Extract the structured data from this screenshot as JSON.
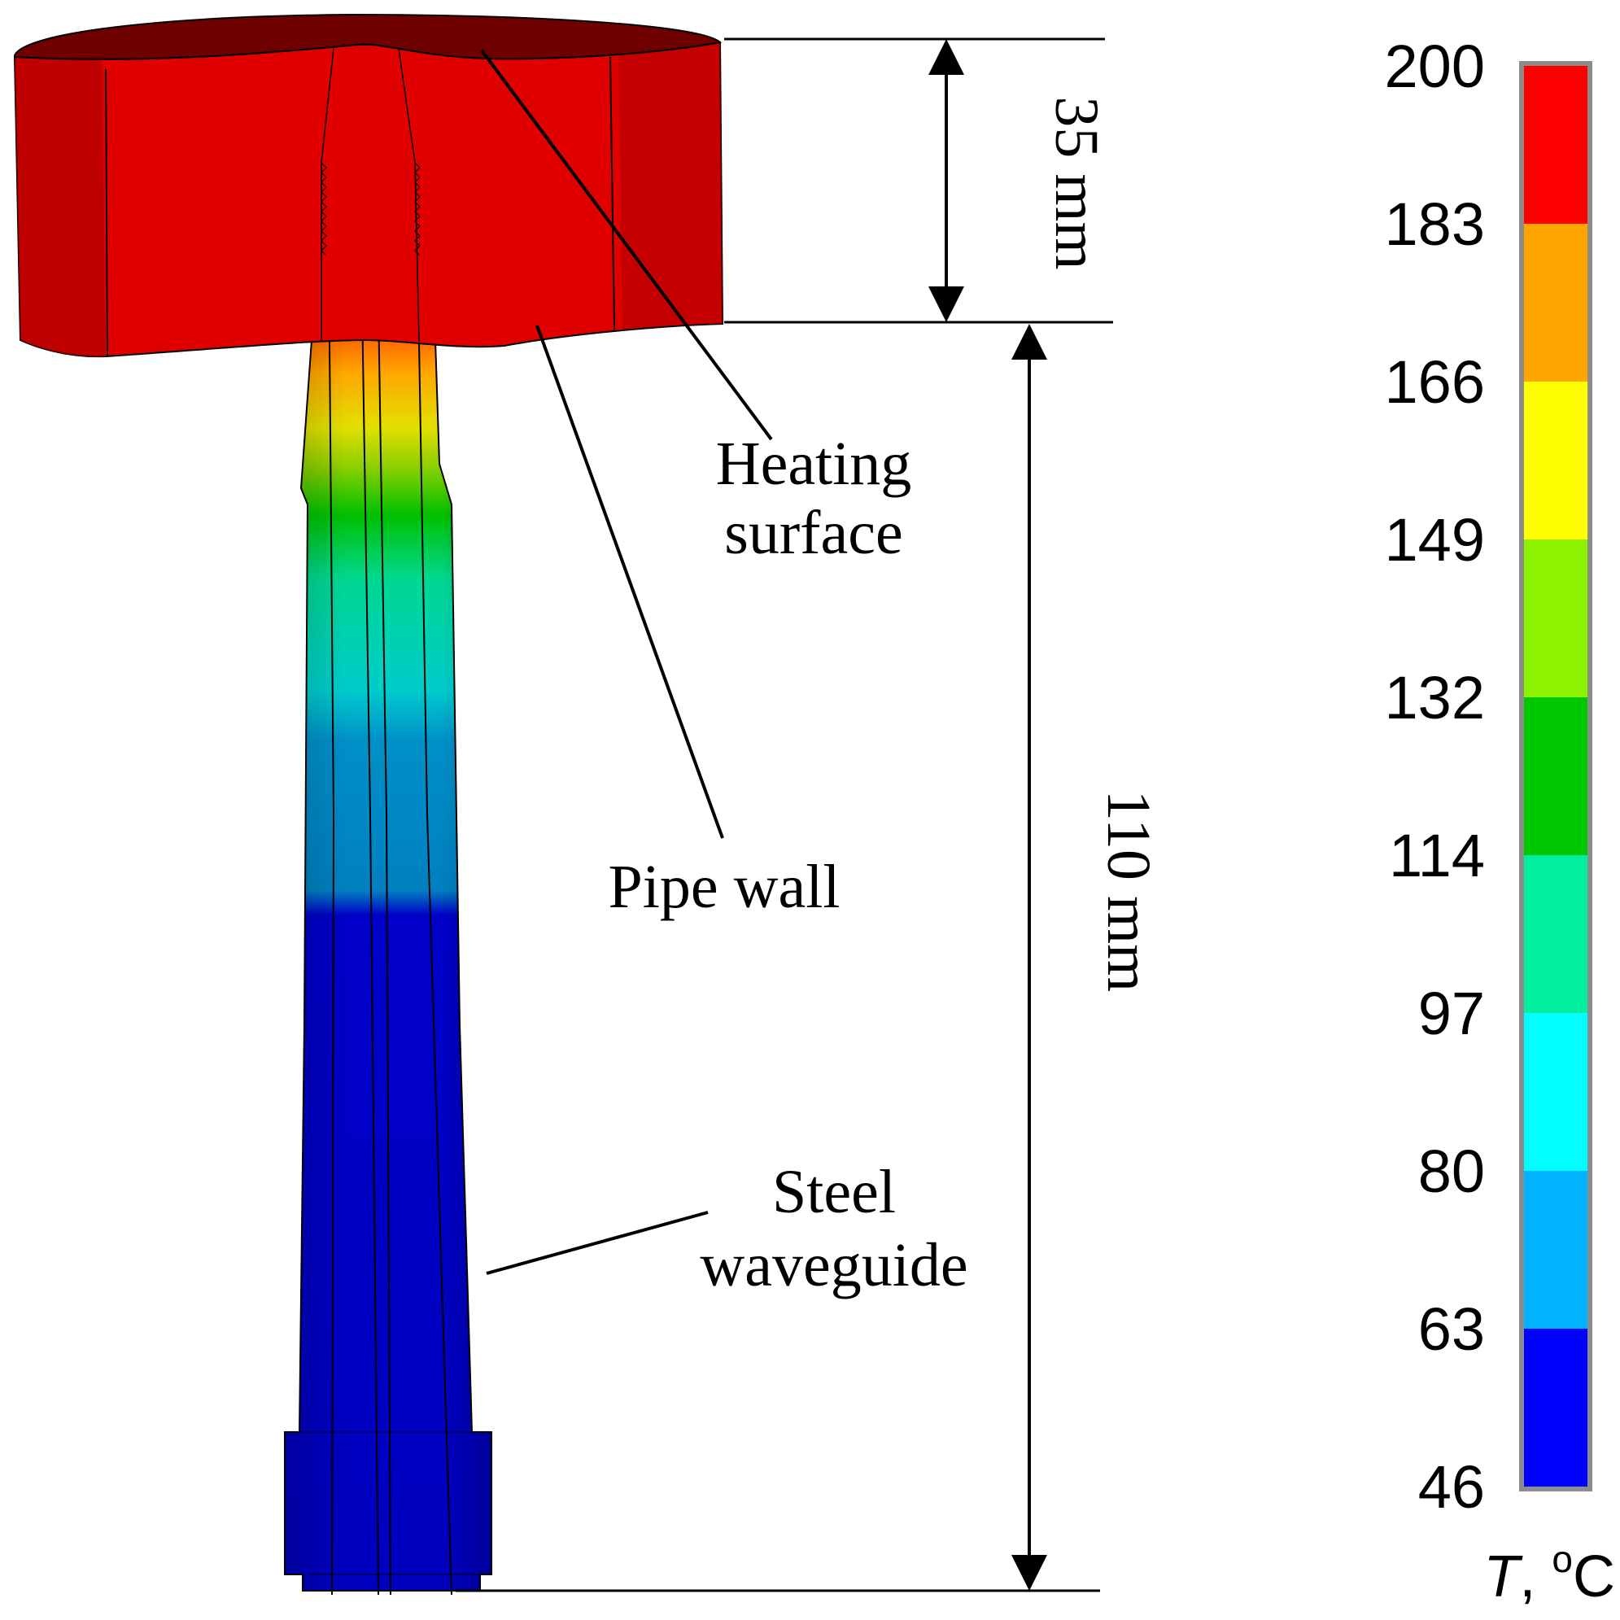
{
  "labels": {
    "heating_line1": "Heating",
    "heating_line2": "surface",
    "pipe_wall": "Pipe wall",
    "steel_line1": "Steel",
    "steel_line2": "waveguide"
  },
  "dimensions": {
    "top": "35 mm",
    "bottom": "110 mm"
  },
  "colorbar": {
    "ticks": [
      "200",
      "183",
      "166",
      "149",
      "132",
      "114",
      "97",
      "80",
      "63",
      "46"
    ],
    "unit_symbol": "T",
    "unit_rest": ", ",
    "unit_deg": "o",
    "unit_c": "C",
    "colors": [
      "#ff0000",
      "#ffa500",
      "#ffff00",
      "#8cf200",
      "#00c800",
      "#00f0a0",
      "#00ffff",
      "#00b4ff",
      "#0000ff"
    ]
  },
  "colors": {
    "flange_top": "#6e0000",
    "flange_front": "#e00000",
    "flange_side": "#b00000"
  }
}
